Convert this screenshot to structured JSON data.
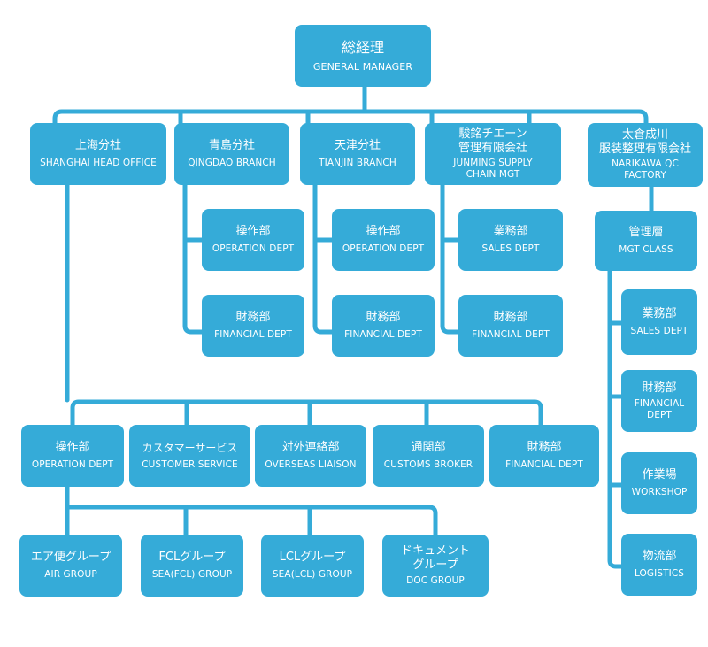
{
  "colors": {
    "box": "#35abd8",
    "line": "#35abd8",
    "text": "#ffffff"
  },
  "chart": {
    "general_manager": {
      "jp": "総経理",
      "en": "GENERAL MANAGER"
    },
    "shanghai": {
      "jp": "上海分社",
      "en": "SHANGHAI HEAD OFFICE"
    },
    "qingdao": {
      "jp": "青島分社",
      "en": "QINGDAO BRANCH"
    },
    "tianjin": {
      "jp": "天津分社",
      "en": "TIANJIN BRANCH"
    },
    "junming": {
      "jp": "駿銘チエーン\n管理有限会社",
      "en": "JUNMING SUPPLY\nCHAIN MGT"
    },
    "narikawa": {
      "jp": "太倉成川\n服装整理有限会社",
      "en": "NARIKAWA QC\nFACTORY"
    },
    "qingdao_operation": {
      "jp": "操作部",
      "en": "OPERATION DEPT"
    },
    "qingdao_financial": {
      "jp": "財務部",
      "en": "FINANCIAL DEPT"
    },
    "tianjin_operation": {
      "jp": "操作部",
      "en": "OPERATION DEPT"
    },
    "tianjin_financial": {
      "jp": "財務部",
      "en": "FINANCIAL DEPT"
    },
    "junming_sales": {
      "jp": "業務部",
      "en": "SALES DEPT"
    },
    "junming_financial": {
      "jp": "財務部",
      "en": "FINANCIAL DEPT"
    },
    "narikawa_mgt": {
      "jp": "管理層",
      "en": "MGT CLASS"
    },
    "narikawa_sales": {
      "jp": "業務部",
      "en": "SALES DEPT"
    },
    "narikawa_financial": {
      "jp": "財務部",
      "en": "FINANCIAL\nDEPT"
    },
    "narikawa_workshop": {
      "jp": "作業場",
      "en": "WORKSHOP"
    },
    "narikawa_logistics": {
      "jp": "物流部",
      "en": "LOGISTICS"
    },
    "shanghai_operation": {
      "jp": "操作部",
      "en": "OPERATION DEPT"
    },
    "shanghai_customer": {
      "jp": "カスタマーサービス",
      "en": "CUSTOMER SERVICE"
    },
    "shanghai_overseas": {
      "jp": "対外連絡部",
      "en": "OVERSEAS LIAISON"
    },
    "shanghai_customs": {
      "jp": "通関部",
      "en": "CUSTOMS BROKER"
    },
    "shanghai_financial": {
      "jp": "財務部",
      "en": "FINANCIAL DEPT"
    },
    "air_group": {
      "jp": "エア便グループ",
      "en": "AIR GROUP"
    },
    "fcl_group": {
      "jp": "FCLグループ",
      "en": "SEA(FCL) GROUP"
    },
    "lcl_group": {
      "jp": "LCLグループ",
      "en": "SEA(LCL) GROUP"
    },
    "doc_group": {
      "jp": "ドキュメント\nグループ",
      "en": "DOC GROUP"
    }
  }
}
